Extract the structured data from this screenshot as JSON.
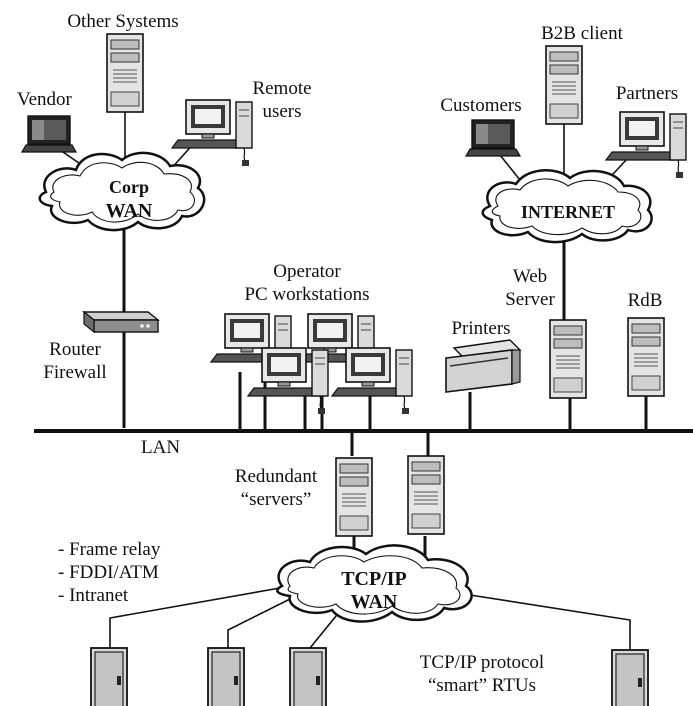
{
  "labels": {
    "other_systems": "Other Systems",
    "vendor": "Vendor",
    "remote_users_1": "Remote",
    "remote_users_2": "users",
    "b2b_client": "B2B client",
    "customers": "Customers",
    "partners": "Partners",
    "operator_1": "Operator",
    "operator_2": "PC workstations",
    "web_server_1": "Web",
    "web_server_2": "Server",
    "rdb": "RdB",
    "printers": "Printers",
    "router_1": "Router",
    "router_2": "Firewall",
    "lan": "LAN",
    "redundant_1": "Redundant",
    "redundant_2": "“servers”",
    "frame_relay": "- Frame relay",
    "fddi": "- FDDI/ATM",
    "intranet": "- Intranet",
    "rtu_1": "TCP/IP protocol",
    "rtu_2": "“smart” RTUs"
  },
  "clouds": {
    "corp_wan_1": "Corp",
    "corp_wan_2": "WAN",
    "internet": "INTERNET",
    "tcpip_wan_1": "TCP/IP",
    "tcpip_wan_2": "WAN"
  }
}
